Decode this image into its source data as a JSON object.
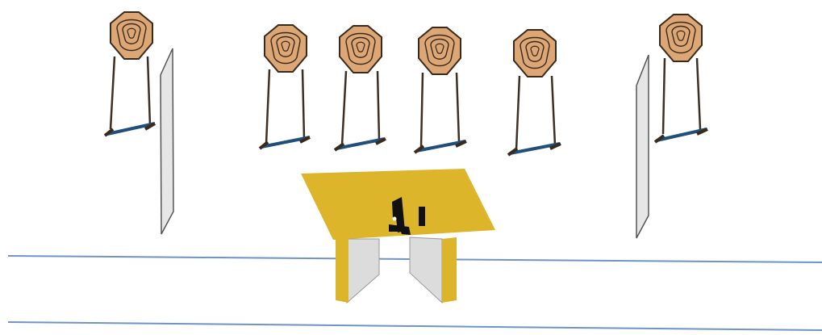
{
  "scene": {
    "targets": [
      {
        "id": "target-1"
      },
      {
        "id": "target-2"
      },
      {
        "id": "target-3"
      },
      {
        "id": "target-4"
      },
      {
        "id": "target-5"
      },
      {
        "id": "target-6"
      }
    ],
    "no_shoots": [
      {
        "id": "no-shoot-left"
      },
      {
        "id": "no-shoot-right"
      }
    ],
    "table": {
      "items": [
        "pistol",
        "magazine"
      ]
    },
    "fault_lines": 2
  },
  "colors": {
    "target_face": "#dca675",
    "target_outline": "#3a2a1c",
    "stand_post": "#3d2f24",
    "stand_base": "#1f4f7a",
    "no_shoot_face": "#e6e6e6",
    "no_shoot_outline": "#555555",
    "table_top": "#dcb52a",
    "table_panel": "#dcdcdc",
    "gun": "#111111",
    "fault_line": "#6f94c8"
  }
}
